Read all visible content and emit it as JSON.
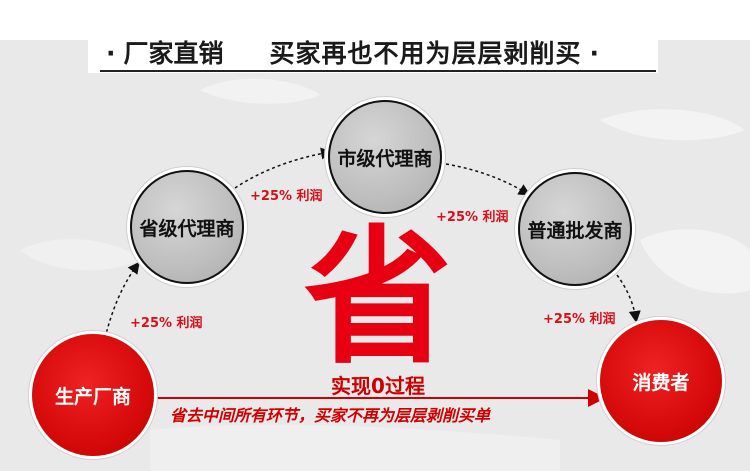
{
  "header": {
    "dot_left": "·",
    "left_text": "厂家直销",
    "right_text": "买家再也不用为层层剥削买",
    "dot_right": "·"
  },
  "nodes": {
    "manufacturer": "生产厂商",
    "provincial_agent": "省级代理商",
    "city_agent": "市级代理商",
    "wholesaler": "普通批发商",
    "consumer": "消费者"
  },
  "profits": {
    "p1": "+25% 利润",
    "p2": "+25% 利润",
    "p3": "+25% 利润",
    "p4": "+25% 利润"
  },
  "center": {
    "big_char": "省",
    "subtitle": "实现0过程"
  },
  "bottom_line_text": "省去中间所有环节，买家不再为层层剥削买单",
  "colors": {
    "red": "#d60a0a",
    "gray": "#bdbdbd",
    "background": "#e9e9e9"
  }
}
